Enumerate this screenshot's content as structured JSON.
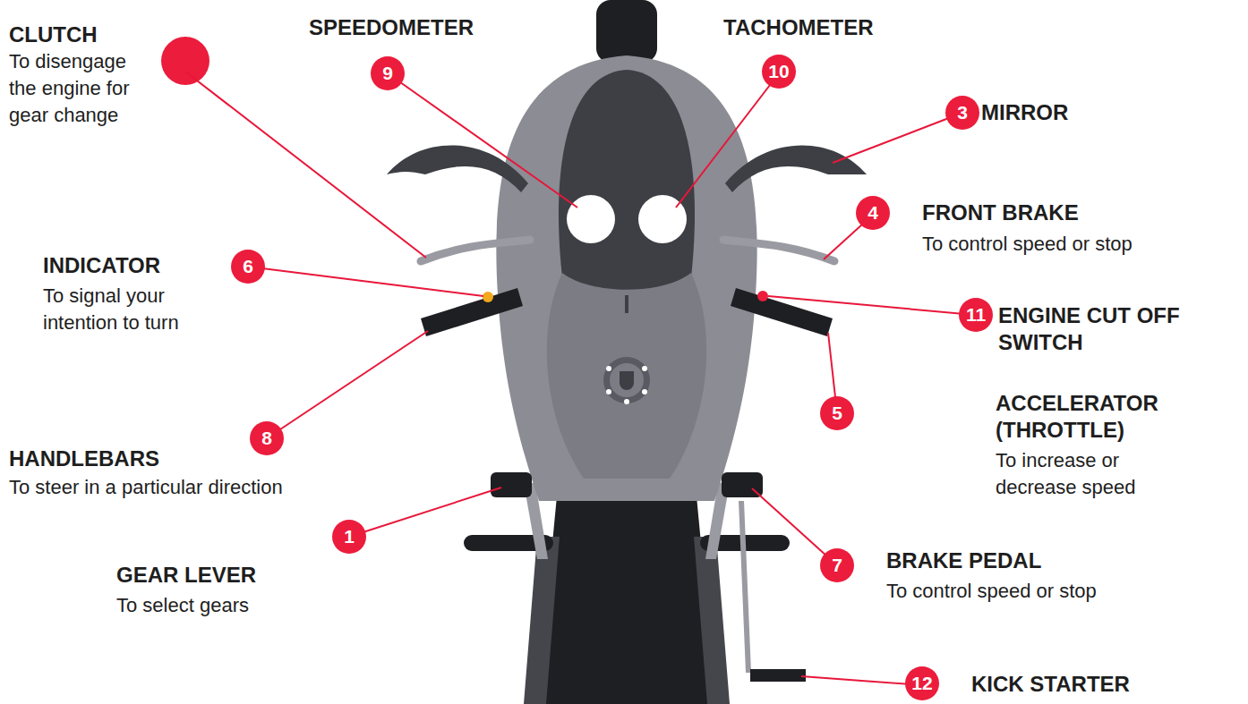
{
  "diagram": {
    "labels": [
      "CLUTCH",
      "To disengage the engine for gear change",
      "SPEEDOMETER",
      "9",
      "TACHOMETER",
      "10",
      "3",
      "MIRROR",
      "FRONT BRAKE",
      "4",
      "To control speed or stop",
      "INDICATOR",
      "6",
      "To signal your intention to turn",
      "11",
      "ENGINE CUT OFF SWITCH",
      "8",
      "5",
      "HANDLEBARS",
      "To steer in a particular direction",
      "ACCELERATOR (THROTTLE)",
      "To increase or decrease speed",
      "7",
      "BRAKE PEDAL",
      "To control speed or stop",
      "1",
      "GEAR LEVER",
      "To select gears",
      "12",
      "KICK STARTER"
    ]
  }
}
